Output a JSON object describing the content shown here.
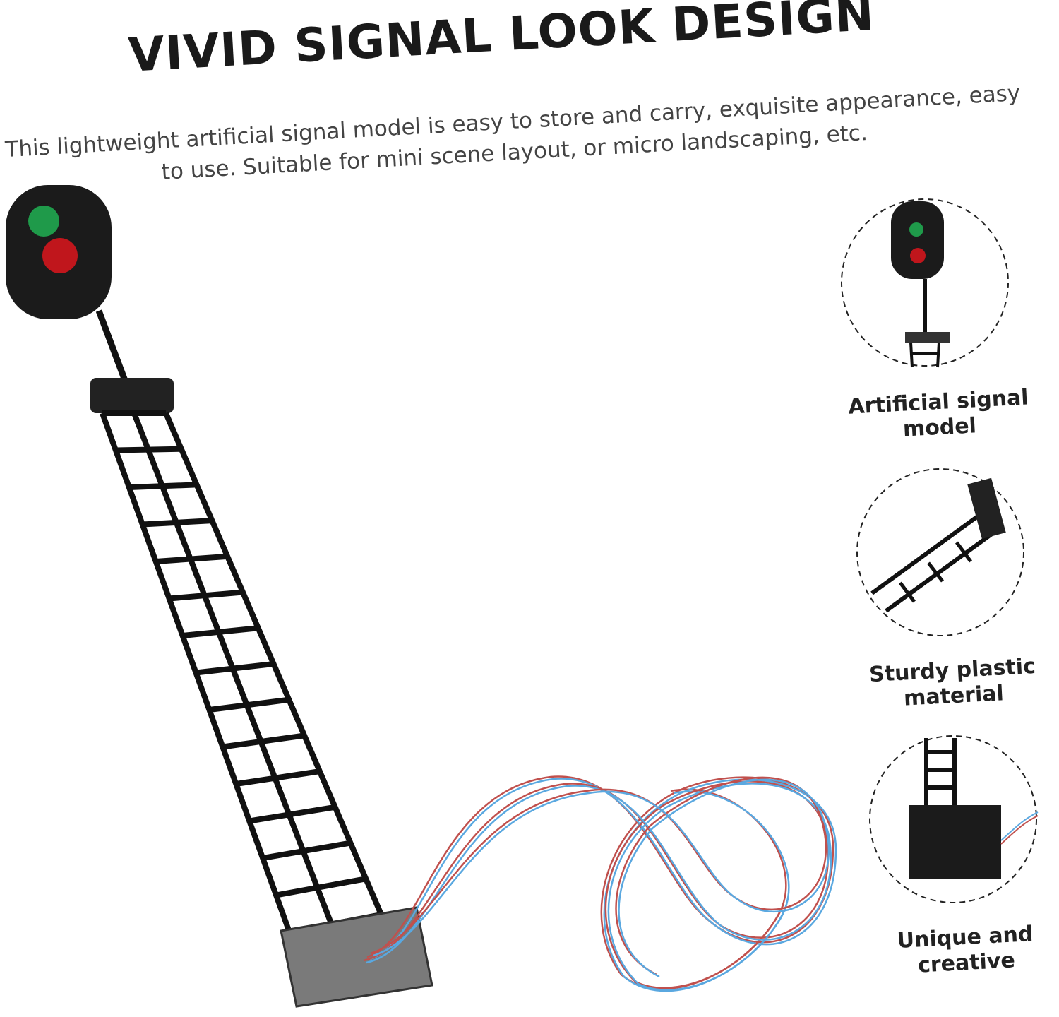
{
  "headline": "VIVID SIGNAL LOOK DESIGN",
  "description": "This lightweight artificial signal model is easy to store and carry, exquisite appearance, easy to use. Suitable for mini scene layout, or micro landscaping, etc.",
  "features": [
    {
      "label": "Artificial signal model",
      "icon": "signal-head-closeup"
    },
    {
      "label": "Sturdy plastic material",
      "icon": "lattice-tower-closeup"
    },
    {
      "label": "Unique and creative",
      "icon": "base-plate-closeup"
    }
  ],
  "colors": {
    "green_light": "#1f9a4a",
    "red_light": "#c0161c",
    "body": "#1b1b1b",
    "wire_red": "#c0504d",
    "wire_blue": "#5aa8e0"
  }
}
